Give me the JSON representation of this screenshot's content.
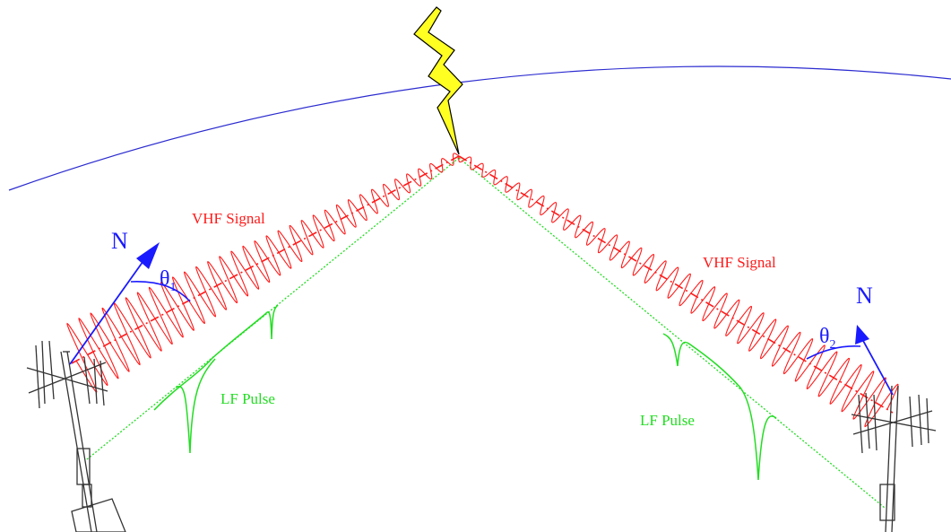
{
  "labels": {
    "vhf_left": "VHF Signal",
    "vhf_right": "VHF Signal",
    "lf_left": "LF Pulse",
    "lf_right": "LF Pulse",
    "north_left": "N",
    "north_right": "N",
    "theta_symbol": "θ",
    "theta_left_sub": "1",
    "theta_right_sub": "2"
  },
  "colors": {
    "horizon": "#2b2bd0",
    "vhf": "#ff1a1a",
    "lf": "#22dd22",
    "north": "#1a1aff",
    "lightning_fill": "#ffff22",
    "tower": "#333333"
  },
  "icons": {
    "lightning": "lightning-bolt-icon",
    "antenna_left": "antenna-tower-icon",
    "antenna_right": "antenna-tower-icon"
  }
}
